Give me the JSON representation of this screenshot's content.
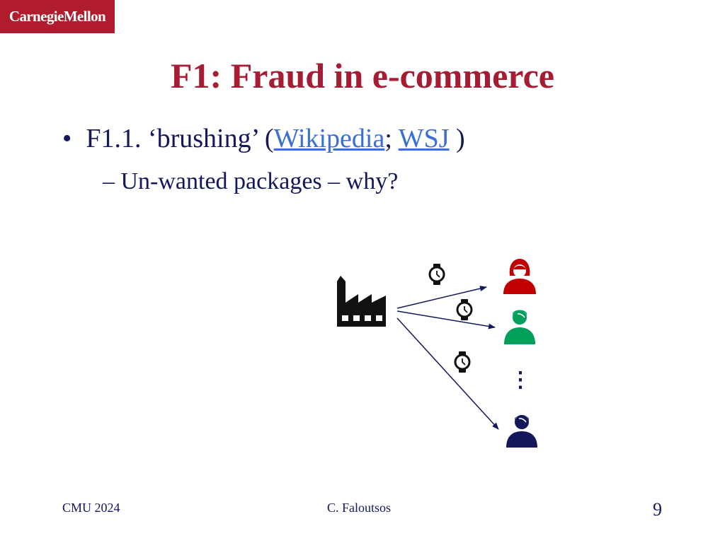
{
  "logo": {
    "text": "CarnegieMellon",
    "color": "#b01c2e"
  },
  "title": "F1: Fraud in e-commerce",
  "bullet1": {
    "prefix": "F1.1. ‘brushing’ (",
    "link1": "Wikipedia",
    "sep": "; ",
    "link2": "WSJ",
    "suffix": " )"
  },
  "bullet2": "– Un-wanted packages – why?",
  "diagram": {
    "source_icon": "factory-icon",
    "package_icon": "watch-icon",
    "recipients": [
      {
        "icon": "woman-user-icon",
        "color": "#c00000"
      },
      {
        "icon": "man-user-icon",
        "color": "#00a05a"
      },
      {
        "icon": "man-user-icon",
        "color": "#14185a"
      }
    ],
    "ellipsis": "⋮",
    "arrow_color": "#14185a"
  },
  "footer": {
    "left": "CMU 2024",
    "center": "C. Faloutsos",
    "page": "9"
  }
}
